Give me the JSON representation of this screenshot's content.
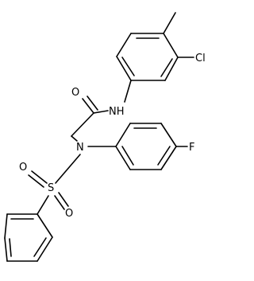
{
  "molecule": {
    "atoms": {
      "cl": "Cl",
      "o_amide": "O",
      "nh": "NH",
      "n_sulfonamide": "N",
      "f": "F",
      "s": "S",
      "o_s1": "O",
      "o_s2": "O"
    }
  }
}
